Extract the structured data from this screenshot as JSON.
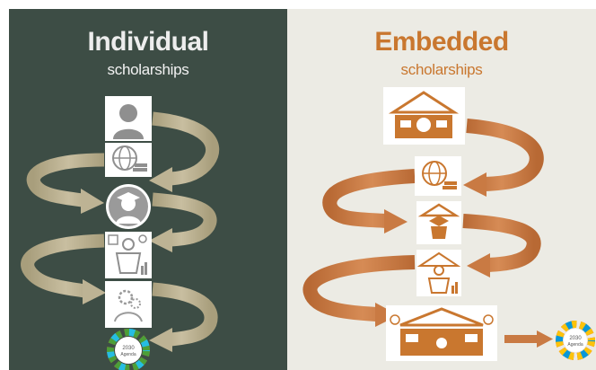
{
  "left": {
    "title": "Individual",
    "subtitle": "scholarships",
    "icons": [
      "person-icon",
      "globe-books-icon",
      "graduate-icon",
      "skills-icon",
      "gears-head-icon",
      "sdg-2030-agenda-icon"
    ]
  },
  "right": {
    "title": "Embedded",
    "subtitle": "scholarships",
    "icons": [
      "institution-person-icon",
      "globe-books-icon",
      "institution-graduate-icon",
      "institution-skills-icon",
      "institution-community-icon",
      "sdg-2030-agenda-icon"
    ]
  },
  "sdg_badge": {
    "line1": "2030",
    "line2": "Agenda"
  },
  "colors": {
    "left_bg": "#3d4d45",
    "right_bg": "#ecebe4",
    "left_arrow": "#bdb394",
    "right_arrow": "#c97a43",
    "tile_bg": "#ffffff",
    "left_icon": "#8f8f8f",
    "right_icon": "#c9772f"
  }
}
